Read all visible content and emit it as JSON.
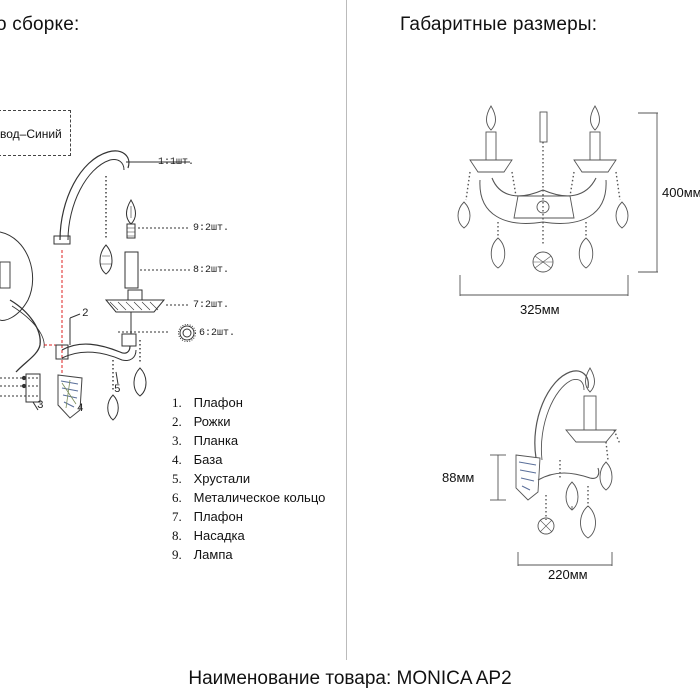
{
  "headings": {
    "assembly": "о сборке:",
    "dimensions": "Габаритные размеры:"
  },
  "wire_note": "вод–Синий",
  "callouts": {
    "c1": "1:1шт.",
    "c9": "9:2шт.",
    "c8": "8:2шт.",
    "c7": "7:2шт.",
    "c6": "6:2шт."
  },
  "part_numbers": {
    "n2": "2",
    "n3": "3",
    "n4": "4",
    "n5": "5"
  },
  "parts": [
    {
      "num": "1.",
      "name": "Плафон"
    },
    {
      "num": "2.",
      "name": "Рожки"
    },
    {
      "num": "3.",
      "name": "Планка"
    },
    {
      "num": "4.",
      "name": "База"
    },
    {
      "num": "5.",
      "name": "Хрустали"
    },
    {
      "num": "6.",
      "name": "Металическое кольцо"
    },
    {
      "num": "7.",
      "name": "Плафон"
    },
    {
      "num": "8.",
      "name": "Насадка"
    },
    {
      "num": "9.",
      "name": "Лампа"
    }
  ],
  "dimensions": {
    "height": "400мм",
    "width": "325мм",
    "depth_mount": "88мм",
    "depth": "220мм"
  },
  "footer": "Наименование товара: MONICA AP2"
}
